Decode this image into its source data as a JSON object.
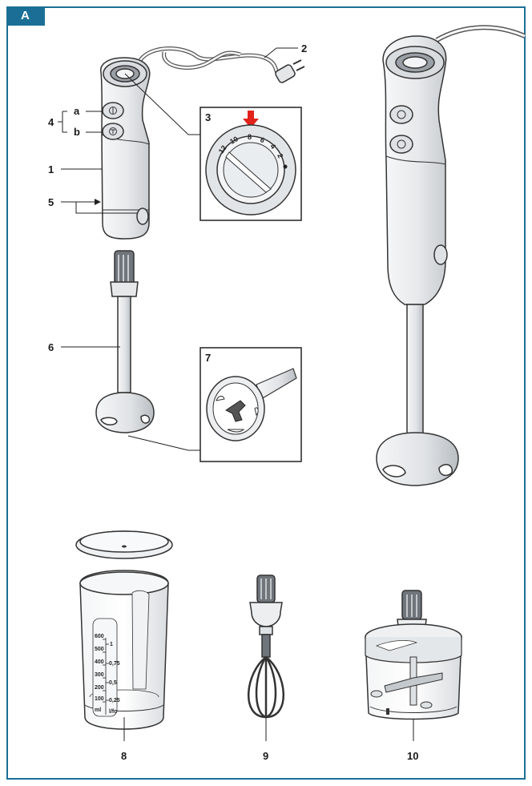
{
  "figure": {
    "tab_label": "A"
  },
  "labels": {
    "l1": "1",
    "l2": "2",
    "l3": "3",
    "l4": "4",
    "l4a": "a",
    "l4b": "b",
    "l5": "5",
    "l6": "6",
    "l7": "7",
    "l8": "8",
    "l9": "9",
    "l10": "10"
  },
  "dial": {
    "s12": "12",
    "s10": "10",
    "s8": "8",
    "s6": "6",
    "s4": "4",
    "s2": "2"
  },
  "beaker": {
    "ml": [
      "600",
      "500",
      "400",
      "300",
      "200",
      "100",
      "ml"
    ],
    "l": [
      "1",
      "0,75",
      "0,5",
      "0,25",
      "l/fo"
    ]
  },
  "colors": {
    "accent": "#1b6f97",
    "arrow": "#e2231a",
    "outline": "#333333",
    "body": "#eceef0"
  }
}
